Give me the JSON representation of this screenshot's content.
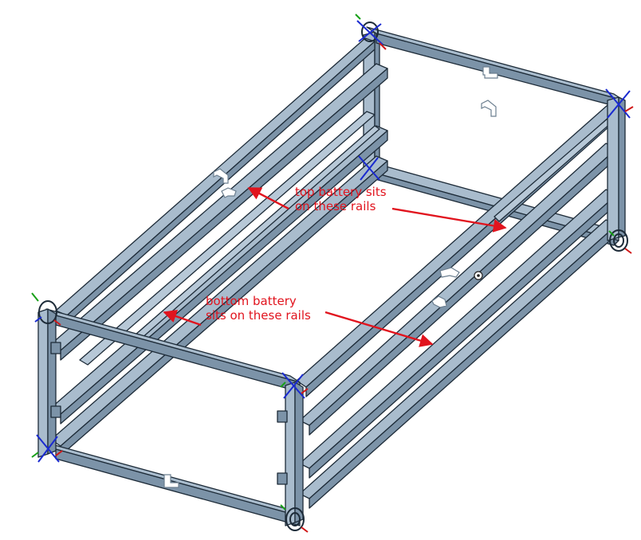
{
  "annotations": {
    "top": [
      "top battery sits",
      "on these rails"
    ],
    "bottom": [
      "bottom battery",
      "sits on these rails"
    ]
  },
  "colors": {
    "tube_face": "#a9bccd",
    "tube_side": "#7c93a8",
    "tube_edge": "#1d2b38",
    "annotation": "#e1141e",
    "axis_x": "#d01818",
    "axis_y": "#18a018",
    "axis_z": "#1a2ad0"
  },
  "icons": [
    "part-origin-marker-icon",
    "mate-connector-icon",
    "center-point-icon"
  ]
}
